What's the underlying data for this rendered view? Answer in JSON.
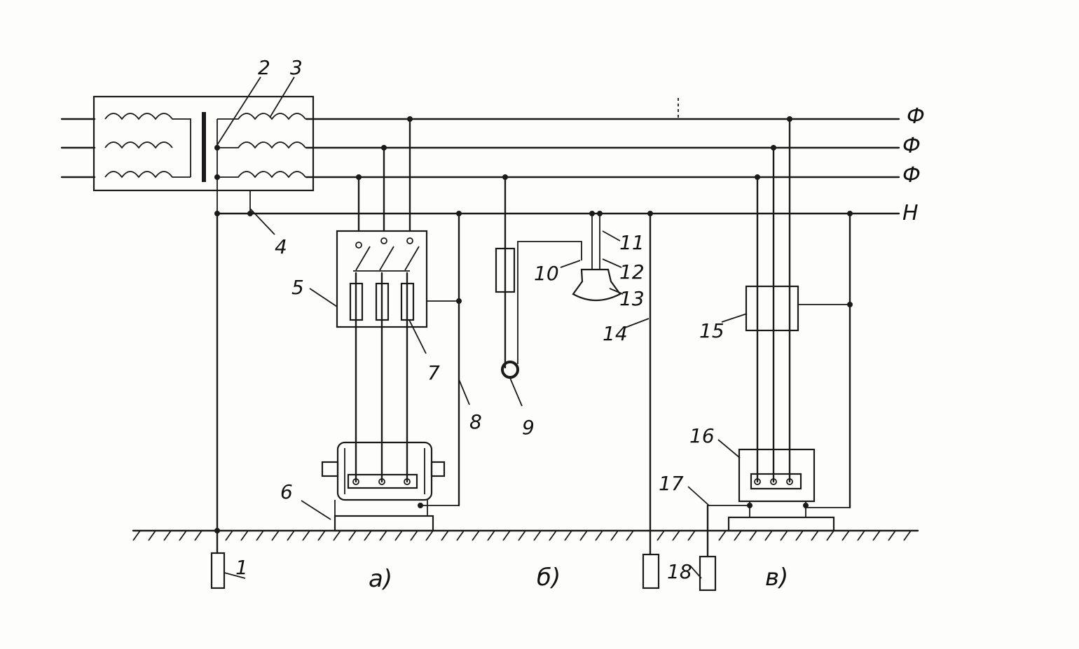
{
  "bus_labels": [
    "Ф",
    "Ф",
    "Ф",
    "Н"
  ],
  "numbers": {
    "n1": "1",
    "n2": "2",
    "n3": "3",
    "n4": "4",
    "n5": "5",
    "n6": "6",
    "n7": "7",
    "n8": "8",
    "n9": "9",
    "n10": "10",
    "n11": "11",
    "n12": "12",
    "n13": "13",
    "n14": "14",
    "n15": "15",
    "n16": "16",
    "n17": "17",
    "n18": "18"
  },
  "sections": {
    "a": "а)",
    "b": "б)",
    "v": "в)"
  }
}
